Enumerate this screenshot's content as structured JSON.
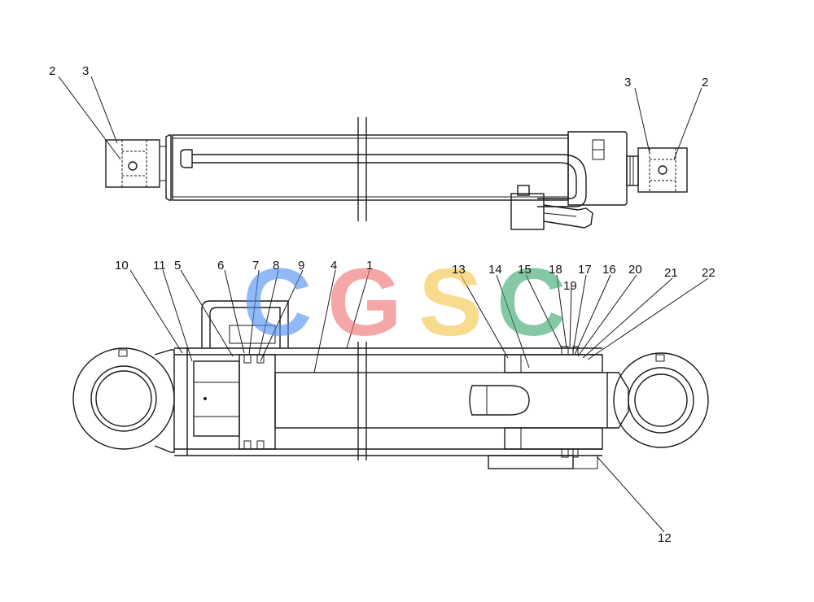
{
  "watermark": {
    "letters": [
      "C",
      "G",
      "S",
      "C"
    ],
    "colors": [
      "#4f8ff0",
      "#f07070",
      "#f5c84a",
      "#3aa870"
    ]
  },
  "top_view": {
    "callouts": [
      {
        "id": "top-left-2",
        "label": "2"
      },
      {
        "id": "top-left-3",
        "label": "3"
      },
      {
        "id": "top-right-3",
        "label": "3"
      },
      {
        "id": "top-right-2",
        "label": "2"
      }
    ]
  },
  "section_view": {
    "callouts": [
      {
        "id": "c10",
        "label": "10"
      },
      {
        "id": "c11",
        "label": "11"
      },
      {
        "id": "c5",
        "label": "5"
      },
      {
        "id": "c6",
        "label": "6"
      },
      {
        "id": "c7",
        "label": "7"
      },
      {
        "id": "c8",
        "label": "8"
      },
      {
        "id": "c9",
        "label": "9"
      },
      {
        "id": "c4",
        "label": "4"
      },
      {
        "id": "c1",
        "label": "1"
      },
      {
        "id": "c13",
        "label": "13"
      },
      {
        "id": "c14",
        "label": "14"
      },
      {
        "id": "c15",
        "label": "15"
      },
      {
        "id": "c18",
        "label": "18"
      },
      {
        "id": "c19",
        "label": "19"
      },
      {
        "id": "c17",
        "label": "17"
      },
      {
        "id": "c16",
        "label": "16"
      },
      {
        "id": "c20",
        "label": "20"
      },
      {
        "id": "c21",
        "label": "21"
      },
      {
        "id": "c22",
        "label": "22"
      },
      {
        "id": "c12",
        "label": "12"
      }
    ]
  }
}
